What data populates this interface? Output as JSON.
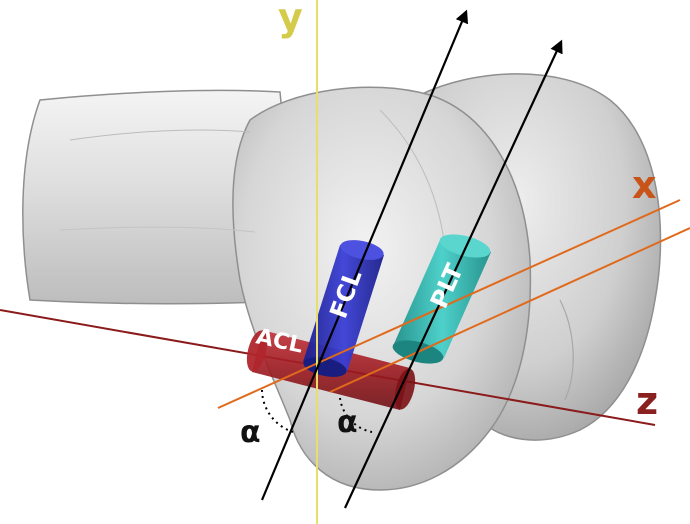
{
  "axes": {
    "x_label": "x",
    "y_label": "y",
    "z_label": "z"
  },
  "ligaments": {
    "acl_label": "ACL",
    "fcl_label": "FCL",
    "plt_label": "PLT"
  },
  "angles": {
    "left_label": "α",
    "right_label": "α"
  },
  "colors": {
    "y_axis": "#e6e06a",
    "y_label": "#d4cb4a",
    "x_axis": "#e06a1c",
    "x_label": "#c9541a",
    "z_axis": "#8b1a1a",
    "z_label": "#8b2020",
    "acl": "#a01d22",
    "fcl": "#2b2fb8",
    "plt": "#2ab7b0",
    "bone": "#d9d9d9"
  }
}
